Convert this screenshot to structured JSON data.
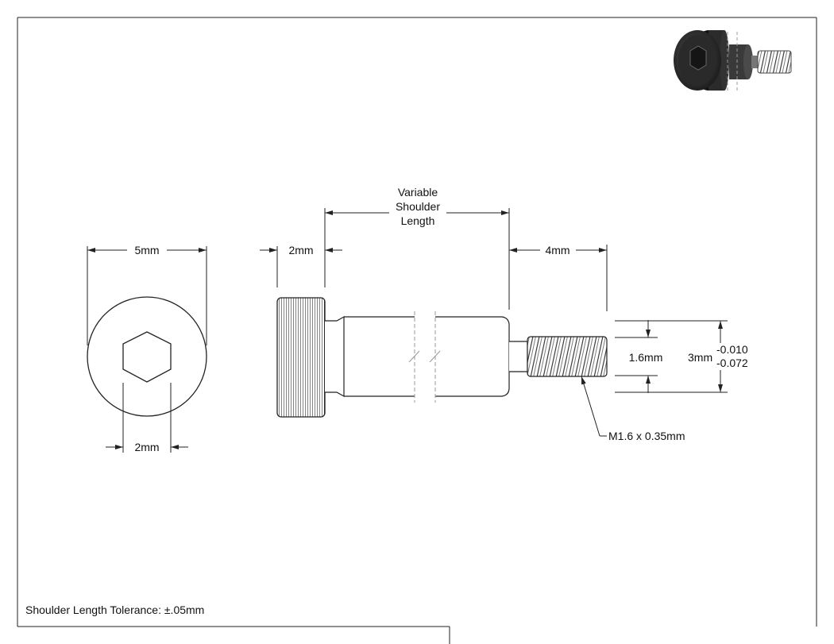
{
  "front_view": {
    "head_diameter_label": "5mm",
    "hex_size_label": "2mm"
  },
  "side_view": {
    "head_length_label": "2mm",
    "shoulder_label_lines": [
      "Variable",
      "Shoulder",
      "Length"
    ],
    "thread_length_label": "4mm",
    "thread_diameter_label": "1.6mm",
    "shoulder_diameter_label": "3mm",
    "tolerance_upper": "-0.010",
    "tolerance_lower": "-0.072",
    "thread_callout": "M1.6 x 0.35mm"
  },
  "footer": {
    "tolerance_note": "Shoulder Length Tolerance: ±.05mm"
  },
  "colors": {
    "line": "#222222",
    "part_fill": "#ffffff",
    "thumbnail_dark": "#2b2b2b"
  }
}
